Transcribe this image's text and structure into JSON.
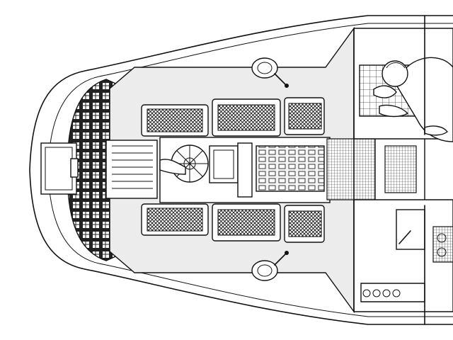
{
  "diagram": {
    "colors": {
      "line": "#111111",
      "background": "#ffffff",
      "panel": "#ececec",
      "cushion": "#ffffff"
    },
    "parts": [
      "hull-outline",
      "aft-locker-plaid",
      "transom-hatch",
      "helm-seat",
      "steering-wheel",
      "binnacle-pedestal",
      "cockpit-table",
      "cockpit-grate",
      "cockpit-cushion",
      "winch",
      "companionway",
      "saloon-seated-figure",
      "galley-stove"
    ]
  }
}
